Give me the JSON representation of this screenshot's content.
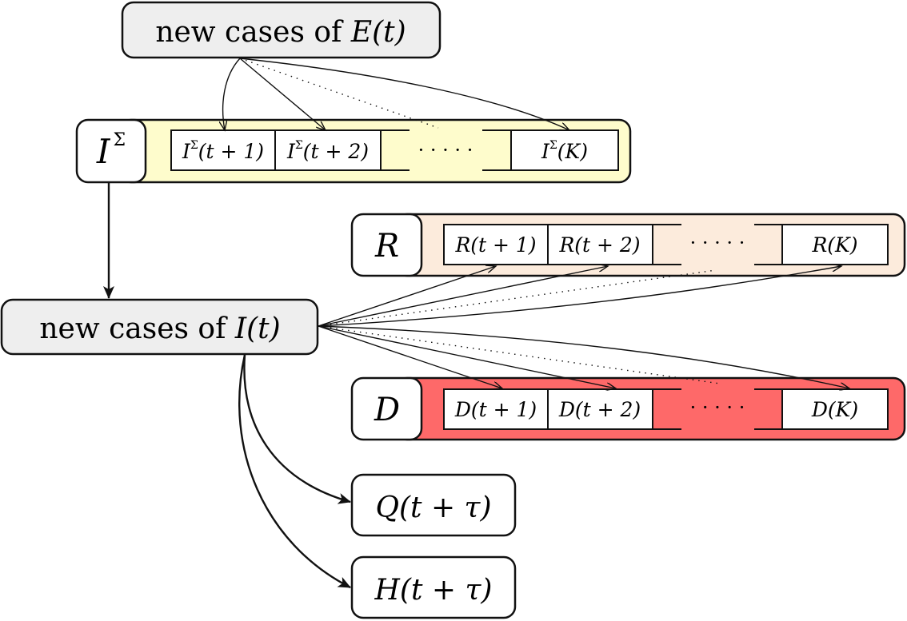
{
  "nodes": {
    "new_cases_E": {
      "prefix": "new cases of ",
      "math": "E(t)"
    },
    "new_cases_I": {
      "prefix": "new cases of ",
      "math": "I(t)"
    },
    "Isigma_label": {
      "main": "I",
      "sup": "Σ"
    },
    "R_label": "R",
    "D_label": "D",
    "Q_label": "Q(t + τ)",
    "H_label": "H(t + τ)"
  },
  "queues": {
    "Isigma": {
      "color": "#fefccc",
      "cells": [
        {
          "main": "I",
          "sup": "Σ",
          "arg": "(t + 1)"
        },
        {
          "main": "I",
          "sup": "Σ",
          "arg": "(t + 2)"
        },
        {
          "main": "I",
          "sup": "Σ",
          "arg": "(K)"
        }
      ],
      "ellipsis": "· · · · ·"
    },
    "R": {
      "color": "#fcebdc",
      "cells": [
        "R(t + 1)",
        "R(t + 2)",
        "R(K)"
      ],
      "ellipsis": "· · · · ·"
    },
    "D": {
      "color": "#fe6969",
      "cells": [
        "D(t + 1)",
        "D(t + 2)",
        "D(K)"
      ],
      "ellipsis": "· · · · ·"
    }
  },
  "colors": {
    "node_fill": "#eeeeee",
    "stroke": "#111111"
  },
  "icons": [
    "arrow-head"
  ]
}
